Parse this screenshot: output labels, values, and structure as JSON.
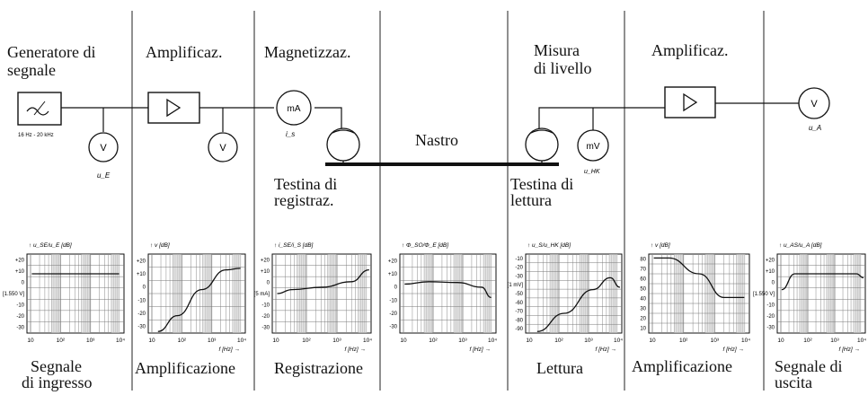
{
  "stages": [
    {
      "id": "gen",
      "title": "Generatore di segnale",
      "caption": "Segnale di ingresso"
    },
    {
      "id": "amp1",
      "title": "Amplificaz.",
      "caption": "Amplificazione"
    },
    {
      "id": "mag",
      "title": "Magnetizzaz.",
      "caption": "Registrazione"
    },
    {
      "id": "tape",
      "title": "",
      "caption": ""
    },
    {
      "id": "lev",
      "title": "Misura di livello",
      "caption": "Lettura"
    },
    {
      "id": "amp2",
      "title": "Amplificaz.",
      "caption": "Amplificazione"
    },
    {
      "id": "out",
      "title": "",
      "caption": "Segnale di uscita"
    }
  ],
  "labels": {
    "gen_title_1": "Generatore di",
    "gen_title_2": "segnale",
    "amp1_title": "Amplificaz.",
    "mag_title": "Magnetizzaz.",
    "lev_title_1": "Misura",
    "lev_title_2": "di livello",
    "amp2_title": "Amplificaz.",
    "tape": "Nastro",
    "rec_head_1": "Testina di",
    "rec_head_2": "registraz.",
    "play_head_1": "Testina di",
    "play_head_2": "lettura",
    "cap_gen_1": "Segnale",
    "cap_gen_2": "di ingresso",
    "cap_amp1": "Amplificazione",
    "cap_rec": "Registrazione",
    "cap_play": "Lettura",
    "cap_amp2": "Amplificazione",
    "cap_out_1": "Segnale di",
    "cap_out_2": "uscita",
    "gen_range": "16 Hz - 20 kHz",
    "meter_v": "V",
    "meter_ma": "mA",
    "meter_mv": "mV",
    "u_e": "u_E",
    "i_s": "i_s",
    "u_nk": "u_HK",
    "u_a": "u_A"
  },
  "graphs": [
    {
      "ylabel": "u_SE/u_E [dB]",
      "yticks": [
        "+20",
        "+10",
        "0",
        "[1.550 V]",
        "-10",
        "-20",
        "-30"
      ],
      "xticks": [
        "10",
        "10²",
        "10³",
        "10⁴"
      ],
      "xlabel": ""
    },
    {
      "ylabel": "v [dB]",
      "yticks": [
        "+20",
        "+10",
        "0",
        "-10",
        "-20",
        "-30"
      ],
      "xticks": [
        "10",
        "10²",
        "10³",
        "10⁴"
      ],
      "xlabel": "f [Hz]"
    },
    {
      "ylabel": "i_SE/i_S [dB]",
      "yticks": [
        "+20",
        "+10",
        "0",
        "[5 mA]",
        "-10",
        "-20",
        "-30"
      ],
      "xticks": [
        "10",
        "10²",
        "10³",
        "10⁴"
      ],
      "xlabel": "f [Hz]"
    },
    {
      "ylabel": "Φ_SO/Φ_E [dB]",
      "yticks": [
        "+20",
        "+10",
        "0",
        "-10",
        "-20",
        "-30"
      ],
      "xticks": [
        "10",
        "10²",
        "10³",
        "10⁴"
      ],
      "xlabel": "f [Hz]"
    },
    {
      "ylabel": "u_S/u_HK [dB]",
      "yticks": [
        "-10",
        "-20",
        "-30",
        "[1 mV]",
        "-50",
        "-60",
        "-70",
        "-80",
        "-90"
      ],
      "xticks": [
        "10",
        "10²",
        "10³",
        "10⁴"
      ],
      "xlabel": "f [Hz]"
    },
    {
      "ylabel": "v [dB]",
      "yticks": [
        "80",
        "70",
        "60",
        "50",
        "40",
        "30",
        "20",
        "10"
      ],
      "xticks": [
        "10",
        "10²",
        "10³",
        "10⁴"
      ],
      "xlabel": "f [Hz]"
    },
    {
      "ylabel": "u_AS/u_A [dB]",
      "yticks": [
        "+20",
        "+10",
        "0",
        "[1.550 V]",
        "-10",
        "-20",
        "-30"
      ],
      "xticks": [
        "10",
        "10²",
        "10³",
        "10⁴"
      ],
      "xlabel": "f [Hz]"
    }
  ]
}
